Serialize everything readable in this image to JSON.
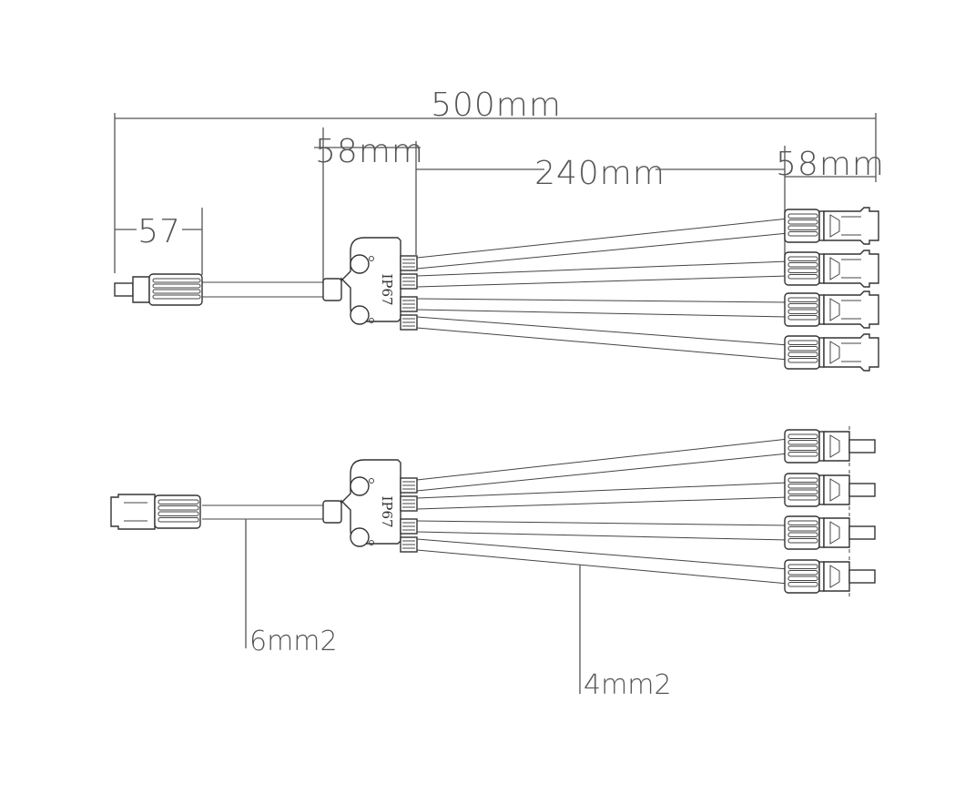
{
  "dimensions": {
    "total_length": "500mm",
    "hub_length": "58mm",
    "branch_length": "240mm",
    "branch_connector_length": "58mm",
    "input_connector_length": "57"
  },
  "hub_label_top": "IP67",
  "hub_label_bottom": "IP67",
  "wire_labels": {
    "main_cable": "6mm2",
    "branch_cable": "4mm2"
  },
  "branches_per_hub": 4
}
